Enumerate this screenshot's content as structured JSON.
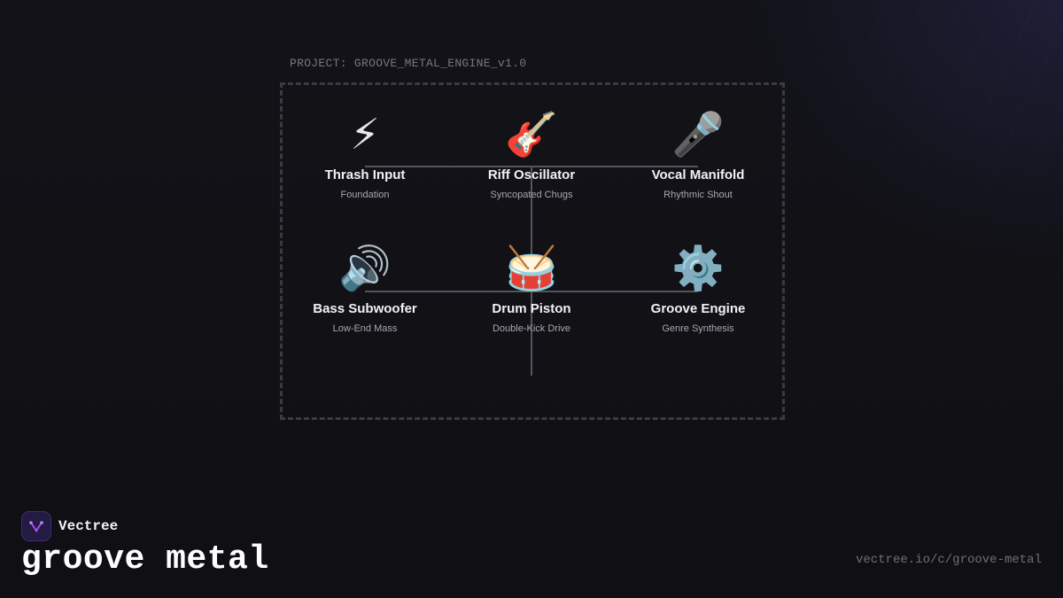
{
  "project_label": "PROJECT: GROOVE_METAL_ENGINE_v1.0",
  "nodes": [
    {
      "icon": "lightning-icon",
      "glyph": "⚡",
      "title": "Thrash Input",
      "subtitle": "Foundation"
    },
    {
      "icon": "guitar-icon",
      "glyph": "🎸",
      "title": "Riff Oscillator",
      "subtitle": "Syncopated Chugs"
    },
    {
      "icon": "microphone-icon",
      "glyph": "🎤",
      "title": "Vocal Manifold",
      "subtitle": "Rhythmic Shout"
    },
    {
      "icon": "speaker-icon",
      "glyph": "🔊",
      "title": "Bass Subwoofer",
      "subtitle": "Low-End Mass"
    },
    {
      "icon": "drum-icon",
      "glyph": "🥁",
      "title": "Drum Piston",
      "subtitle": "Double-Kick Drive"
    },
    {
      "icon": "gear-icon",
      "glyph": "⚙️",
      "title": "Groove Engine",
      "subtitle": "Genre Synthesis"
    }
  ],
  "brand": {
    "name": "Vectree",
    "logo_icon": "vectree-logo-icon",
    "accent_color": "#a855f7"
  },
  "page_title": "groove metal",
  "footer_url": "vectree.io/c/groove-metal",
  "colors": {
    "background": "#111116",
    "frame_border": "#3a3a40",
    "connector": "#55555c"
  }
}
